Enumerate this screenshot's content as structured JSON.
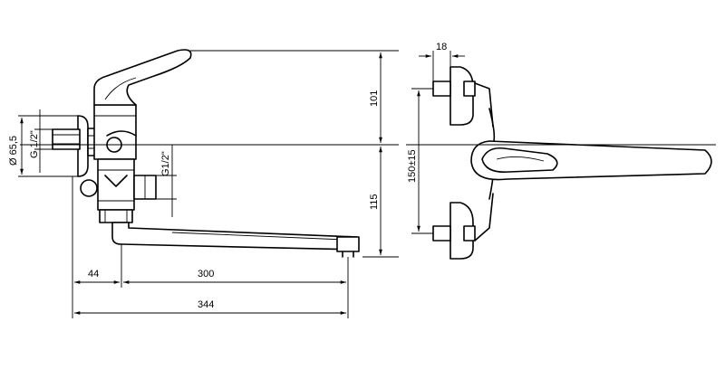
{
  "dimensions": {
    "side_height_top": "101",
    "side_height_bottom": "115",
    "body_diameter": "Ø 65,5",
    "inlet_thread": "G 1/2\"",
    "outlet_thread": "G1/2\"",
    "wall_offset": "44",
    "spout_reach": "300",
    "total_length": "344",
    "front_depth": "18",
    "inlet_spacing": "150±15"
  }
}
